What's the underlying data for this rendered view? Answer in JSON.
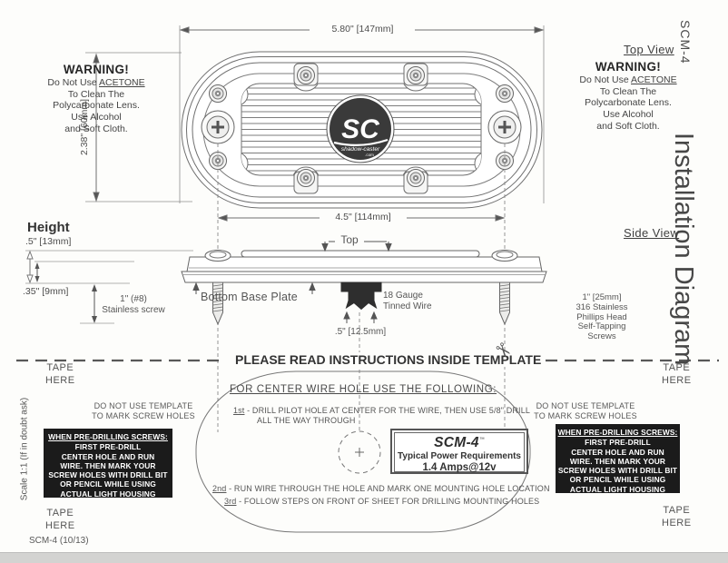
{
  "doc": {
    "product_code": "SCM-4",
    "vertical_title": "Installation Diagram",
    "footer": "SCM-4 (10/13)"
  },
  "warning": {
    "title": "WARNING!",
    "line1_pre": "Do Not Use ",
    "line1_underlined": "ACETONE",
    "line2": "To Clean The",
    "line3": "Polycarbonate Lens.",
    "line4": "Use Alcohol",
    "line5": "and Soft Cloth."
  },
  "top_view": {
    "label": "Top View",
    "width_dim": "5.80\" [147mm]",
    "height_dim": "2.38\" [60mm]",
    "screw_spacing_dim": "4.5\" [114mm]",
    "logo": {
      "initials": "SC",
      "name": "shadow-caster",
      "tld": ".com"
    }
  },
  "side_view": {
    "label": "Side View",
    "height_heading": "Height",
    "total_height_dim": ".5\" [13mm]",
    "base_height_dim": ".35\" [9mm]",
    "screw_note_line1": "1\" (#8)",
    "screw_note_line2": "Stainless screw",
    "top_label": "Top",
    "base_plate_label": "Bottom Base Plate",
    "wire_label_line1": "18 Gauge",
    "wire_label_line2": "Tinned Wire",
    "wire_dim": ".5\" [12.5mm]",
    "screw_spec_lines": [
      "1\" [25mm]",
      "316 Stainless",
      "Phillips Head",
      "Self-Tapping",
      "Screws"
    ]
  },
  "cut_line": {
    "text": "PLEASE READ INSTRUCTIONS INSIDE TEMPLATE",
    "scissors": "✂"
  },
  "template": {
    "tape_line1": "TAPE",
    "tape_line2": "HERE",
    "scale_note": "Scale 1:1 (If in doubt ask)",
    "no_template_line1": "DO NOT USE TEMPLATE",
    "no_template_line2": "TO MARK SCREW HOLES",
    "predrill": {
      "title": "WHEN PRE-DRILLING SCREWS:",
      "lines": [
        "FIRST PRE-DRILL",
        "CENTER HOLE AND RUN",
        "WIRE. THEN MARK YOUR",
        "SCREW HOLES WITH DRILL BIT",
        "OR PENCIL WHILE USING",
        "ACTUAL LIGHT HOUSING"
      ]
    },
    "heading": "FOR CENTER WIRE HOLE USE THE FOLLOWING:",
    "steps": [
      {
        "label": "1st",
        "text": "-  DRILL PILOT HOLE AT CENTER FOR THE WIRE, THEN USE 5/8\" DRILL",
        "cont": "ALL THE WAY THROUGH"
      },
      {
        "label": "2nd",
        "text": "- RUN WIRE THROUGH THE HOLE AND MARK ONE MOUNTING HOLE LOCATION"
      },
      {
        "label": "3rd",
        "text": "-  FOLLOW STEPS ON FRONT OF SHEET FOR DRILLING MOUNTING HOLES"
      }
    ],
    "power_box": {
      "model": "SCM-4",
      "tm": "™",
      "line1": "Typical Power Requirements",
      "line2": "1.4 Amps@12v"
    }
  }
}
